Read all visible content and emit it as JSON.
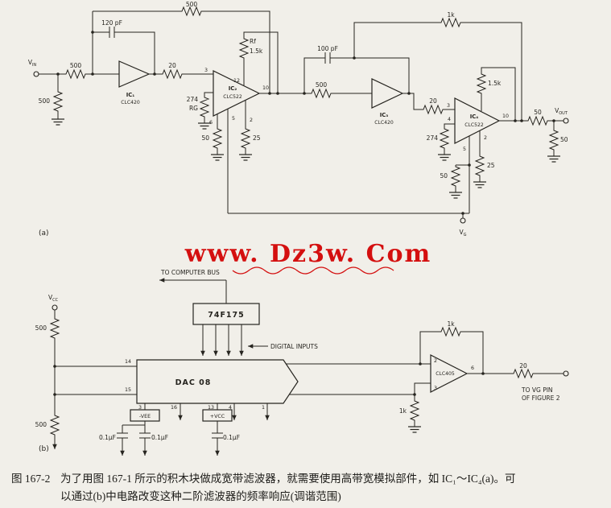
{
  "watermark": {
    "text": "www. Dz3w. Com",
    "color": "#d40f0f"
  },
  "a": {
    "sec": "(a)",
    "vin_base": "V",
    "vin_sub": "IN",
    "r_in_series": "500",
    "r_in_shunt": "500",
    "r_top_fb": "500",
    "c_fb1": "120 pF",
    "ic1_name": "IC₁",
    "ic1_part": "CLC420",
    "r_series1": "20",
    "ic2_name": "IC₂",
    "ic2_part": "CLC522",
    "rg1_value": "274",
    "rg1_label": "RG",
    "rf1_label": "Rf",
    "rf1_value": "1.5k",
    "r_shunt1_50": "50",
    "r_shunt1_25": "25",
    "r_series2": "500",
    "c_fb2": "100 pF",
    "r_top_1k": "1k",
    "ic3_name": "IC₃",
    "ic3_part": "CLC420",
    "r_series3": "20",
    "rg2_value": "274",
    "ic4_name": "IC₄",
    "ic4_part": "CLC522",
    "rf2_value": "1.5k",
    "r_out_series": "50",
    "vout_base": "V",
    "vout_sub": "OUT",
    "r_out_shunt": "50",
    "r_shunt2_25": "25",
    "r_shunt2_50": "50",
    "vg_base": "V",
    "vg_sub": "G",
    "pins": {
      "ic2_3": "3",
      "ic2_12": "12",
      "ic2_10": "10",
      "ic2_6": "6",
      "ic2_5": "5",
      "ic2_2": "2",
      "ic4_3": "3",
      "ic4_4": "4",
      "ic4_10": "10",
      "ic4_5": "5",
      "ic4_2": "2"
    }
  },
  "b": {
    "sec": "(b)",
    "bus_label": "TO COMPUTER BUS",
    "reg_name": "74F175",
    "vcc_base": "V",
    "vcc_sub": "CC",
    "r_vcc": "500",
    "digital_label": "DIGITAL INPUTS",
    "dac_name": "DAC 08",
    "vee_label": "-VEE",
    "pvcc_label": "+VCC",
    "cap1": "0.1μF",
    "cap2": "0.1μF",
    "cap3": "0.1μF",
    "r_bottom": "500",
    "amp_name": "CLC405",
    "r_fb": "1k",
    "r_gnd": "1k",
    "r_out": "20",
    "out_line1": "TO VG PIN",
    "out_line2": "OF FIGURE 2",
    "pins": {
      "p14": "14",
      "p15": "15",
      "p3": "3",
      "p16": "16",
      "p13": "13",
      "p4": "4",
      "p1": "1",
      "amp2": "2",
      "amp3": "3",
      "amp6": "6"
    }
  },
  "caption": {
    "fig": "图 167-2",
    "line1": "为了用图 167-1 所示的积木块做成宽带滤波器，就需要使用高带宽模拟部件，如 IC₁～IC₄(a)。可",
    "line2": "以通过(b)中电路改变这种二阶滤波器的频率响应(调谐范围)"
  }
}
